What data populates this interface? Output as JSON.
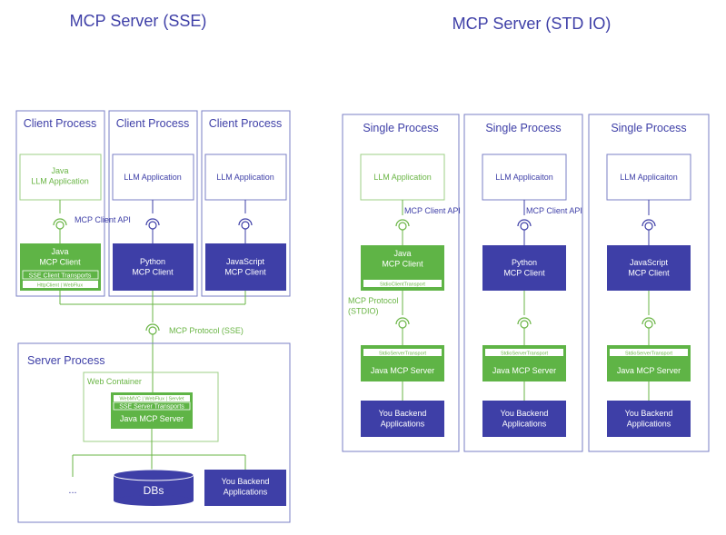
{
  "colors": {
    "blue": "#3e3fa7",
    "blue_line": "#7a7fc6",
    "green": "#6ab545",
    "green_fill": "#5fb446",
    "white": "#ffffff"
  },
  "sse": {
    "title": "MCP Server (SSE)",
    "client_label": "Client Process",
    "java_app": "Java\nLLM Application",
    "llm_app": "LLM Application",
    "client_api": "MCP Client API",
    "java_client": "Java\nMCP Client",
    "sse_transports": "SSE Client Transports",
    "httpclient": "HttpClient | WebFlux",
    "python_client": "Python\nMCP Client",
    "js_client": "JavaScript\nMCP Client",
    "protocol": "MCP Protocol (SSE)",
    "server_process": "Server Process",
    "web_container": "Web Container",
    "webmvc": "WebMVC | WebFlux | Servlet",
    "sse_server_transports": "SSE Server Transports",
    "java_server": "Java MCP Server",
    "ellipsis": "...",
    "dbs": "DBs",
    "backend": "You Backend\nApplications"
  },
  "stdio": {
    "title": "MCP Server (STD IO)",
    "single_process": "Single Process",
    "llm_app": "LLM Application",
    "llm_app_typo": "LLM Applicaiton",
    "client_api": "MCP Client API",
    "java_client": "Java\nMCP Client",
    "stdio_client_transport": "StdioClientTransport",
    "python_client": "Python\nMCP Client",
    "js_client": "JavaScript\nMCP Client",
    "protocol": "MCP Protocol\n(STDIO)",
    "stdio_server_transport": "StdioServerTransport",
    "java_server": "Java MCP Server",
    "backend": "You Backend\nApplications"
  }
}
